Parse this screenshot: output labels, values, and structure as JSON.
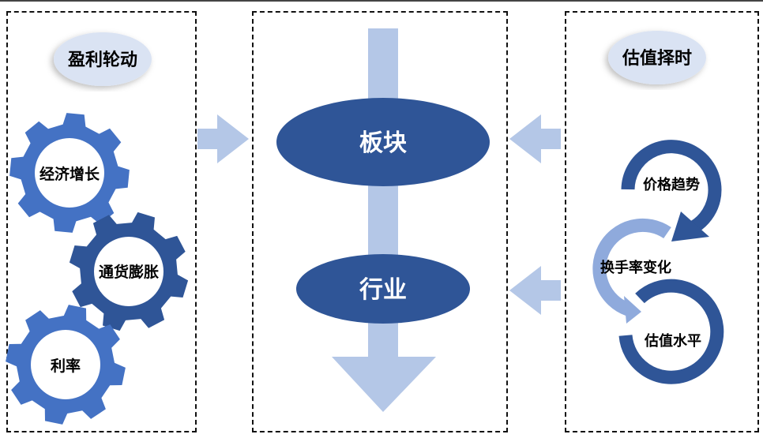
{
  "left": {
    "title": "盈利轮动",
    "gears": [
      {
        "label": "经济增长",
        "color": "#4472c4"
      },
      {
        "label": "通货膨胀",
        "color": "#2f5597"
      },
      {
        "label": "利率",
        "color": "#4472c4"
      }
    ]
  },
  "center": {
    "top": "板块",
    "bottom": "行业"
  },
  "right": {
    "title": "估值择时",
    "cycle": [
      {
        "label": "价格趋势",
        "color": "#2f5597"
      },
      {
        "label": "换手率变化",
        "color": "#8faadc"
      },
      {
        "label": "估值水平",
        "color": "#2f5597"
      }
    ]
  },
  "colors": {
    "dark": "#2f5597",
    "arrow": "#b4c7e7",
    "bubble": "#dae3f3"
  }
}
